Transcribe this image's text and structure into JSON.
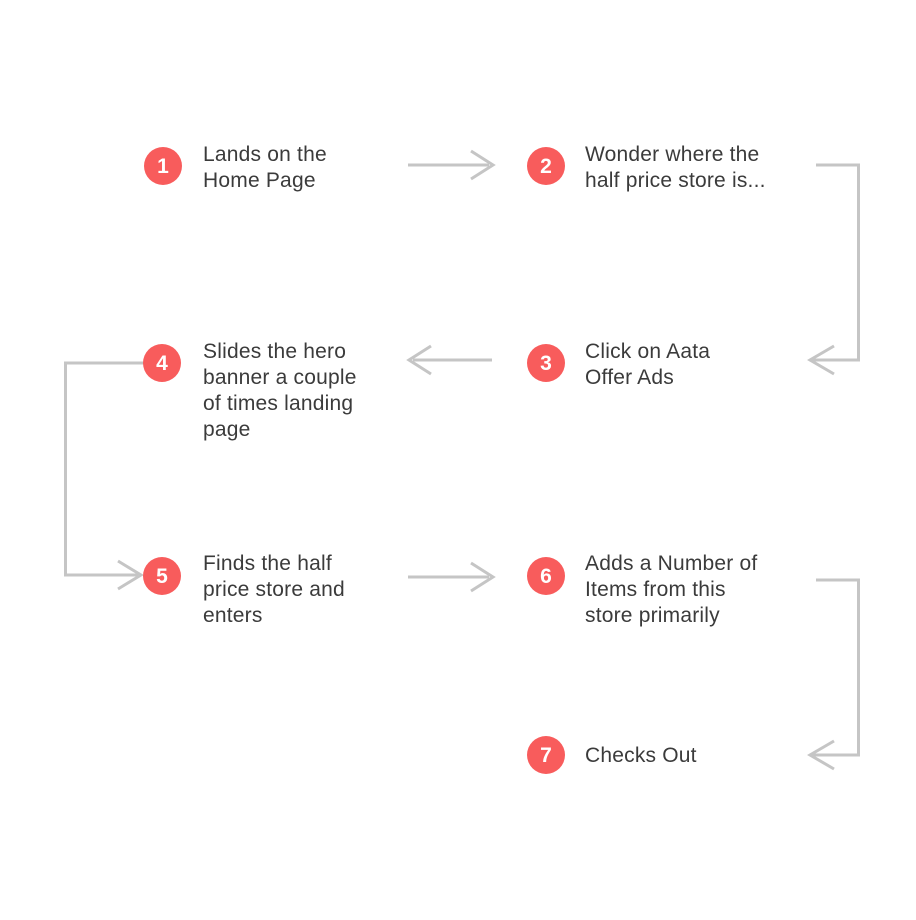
{
  "diagram": {
    "type": "user-journey-flowchart",
    "steps": [
      {
        "number": "1",
        "label": [
          "Lands on the",
          "Home Page"
        ]
      },
      {
        "number": "2",
        "label": [
          "Wonder where the",
          "half price store is..."
        ]
      },
      {
        "number": "3",
        "label": [
          "Click on Aata",
          "Offer Ads"
        ]
      },
      {
        "number": "4",
        "label": [
          "Slides the hero",
          "banner a couple",
          "of times landing",
          "page"
        ]
      },
      {
        "number": "5",
        "label": [
          "Finds the half",
          "price store and",
          "enters"
        ]
      },
      {
        "number": "6",
        "label": [
          "Adds a Number of",
          "Items from this",
          "store primarily"
        ]
      },
      {
        "number": "7",
        "label": [
          "Checks Out"
        ]
      }
    ],
    "connectors": [
      {
        "from": "1",
        "to": "2",
        "shape": "straight",
        "direction": "right"
      },
      {
        "from": "2",
        "to": "3",
        "shape": "elbow-right-down",
        "direction": "left"
      },
      {
        "from": "3",
        "to": "4",
        "shape": "straight",
        "direction": "left"
      },
      {
        "from": "4",
        "to": "5",
        "shape": "elbow-left-down",
        "direction": "right"
      },
      {
        "from": "5",
        "to": "6",
        "shape": "straight",
        "direction": "right"
      },
      {
        "from": "6",
        "to": "7",
        "shape": "elbow-right-down",
        "direction": "left"
      }
    ],
    "colors": {
      "accent": "#F85C5C",
      "arrow": "#C5C5C5",
      "text": "#3B3B3B",
      "bg": "#FFFFFF",
      "badge-text": "#FFFFFF"
    }
  }
}
